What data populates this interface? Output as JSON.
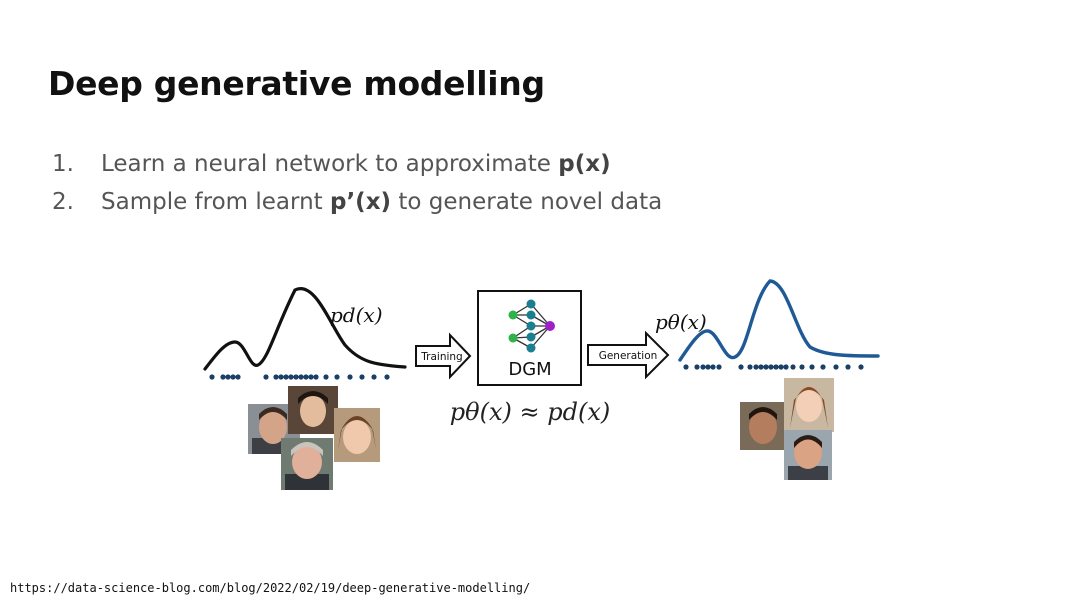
{
  "slide": {
    "title": "Deep generative modelling",
    "steps": [
      {
        "number": "1.",
        "before": "Learn a neural network to approximate ",
        "bold": "p(x)",
        "after": ""
      },
      {
        "number": "2.",
        "before": "Sample from learnt ",
        "bold": "p’(x)",
        "after": " to generate novel data"
      }
    ]
  },
  "diagram": {
    "data_dist_label": "pd(x)",
    "model_dist_label": "pθ(x)",
    "training_label": "Training",
    "generation_label": "Generation",
    "model_box_label": "DGM",
    "equation": "pθ(x) ≈ pd(x)",
    "colors": {
      "data_curve": "#111111",
      "model_curve": "#1f5a96",
      "sample_dot": "#1c3f66",
      "nn_green": "#2db34a",
      "nn_teal": "#1a7f8e",
      "nn_purple": "#a020c8"
    }
  },
  "footer": {
    "url": "https://data-science-blog.com/blog/2022/02/19/deep-generative-modelling/"
  }
}
